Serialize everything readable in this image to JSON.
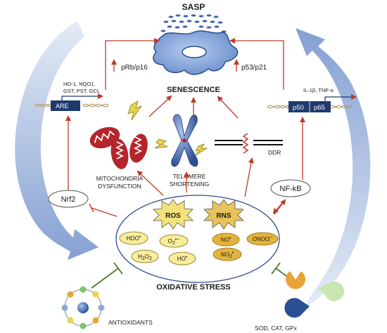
{
  "title_top": "SASP",
  "senescence": "SENESCENCE",
  "oxidative_stress": "OXIDATIVE STRESS",
  "pathways": {
    "prb_p16": "pRb/p16",
    "p53_p21": "p53/p21"
  },
  "left_gene": {
    "targets": [
      "HO-1, NQO1,",
      "GST, PST, GCL"
    ],
    "element": "ARE",
    "factor": "Nrf2"
  },
  "right_gene": {
    "cytokines": "IL-1β, TNF-α",
    "p50": "p50",
    "p65": "p65",
    "factor": "NF-kB"
  },
  "mechanisms": {
    "mito_line1": "MITOCHONDRIA",
    "mito_line2": "DYSFUNCTION",
    "telo_line1": "TELOMERE",
    "telo_line2": "SHORTENING",
    "ddr": "DDR"
  },
  "species": {
    "ros": "ROS",
    "rns": "RNS",
    "hoo": "HOO",
    "o2": "O",
    "no": "NO",
    "onoo": "ONOO",
    "h2o2_h": "H",
    "h2o2_o": "O",
    "ho": "HO",
    "no2": "NO"
  },
  "defenses": {
    "antioxidants": "ANTIOXIDANTS",
    "enzymes": "SOD, CAT, GPx"
  },
  "colors": {
    "arrow_red": "#c0392b",
    "inhibit_red": "#c0392b",
    "inhibit_green": "#4a7a2a",
    "cell": "#7fa3d9",
    "cell_edge": "#3e64a8",
    "circle_blue": "#8ea9d4",
    "ros_yellow": "#f3e27a",
    "rns_yellow": "#e8c35a",
    "bubble_light": "#f7ec9a",
    "bubble_dark": "#e3b33c",
    "gene_box": "#1f3b6e",
    "mito": "#b3262b"
  },
  "icons": [
    "senescent-cell-icon",
    "mitochondria-icon",
    "chromosome-icon",
    "dna-helix-icon",
    "dna-break-icon",
    "lightning-icon",
    "molecule-ring-icon",
    "pacman-enzyme-icon"
  ]
}
